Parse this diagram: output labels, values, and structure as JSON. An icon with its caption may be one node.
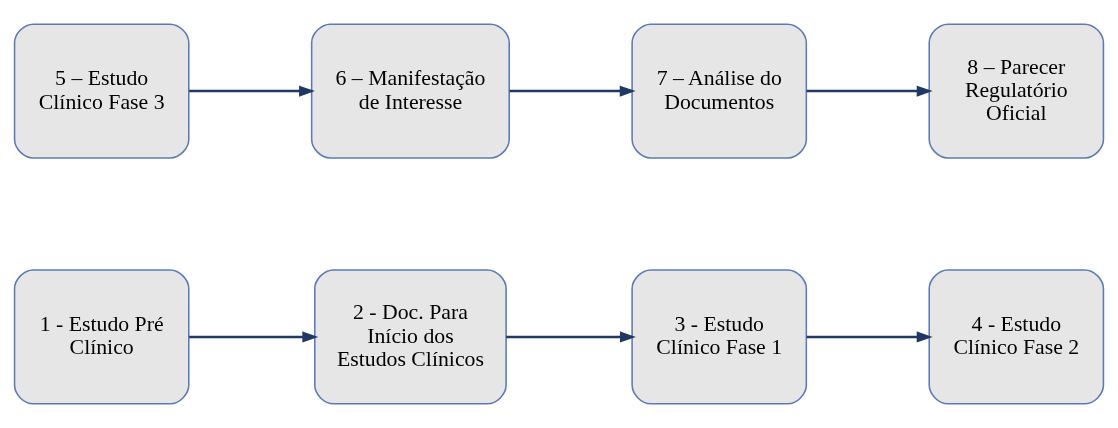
{
  "diagram": {
    "nodes": [
      {
        "text": [
          "1 - Estudo Pré Clínico"
        ]
      },
      {
        "text": [
          "2 - Doc. Para Início dos Estudos Clínicos"
        ]
      },
      {
        "text": [
          "3 - Estudo Clínico Fase 1"
        ]
      },
      {
        "text": [
          "4 - Estudo Clínico Fase 2"
        ]
      },
      {
        "text": [
          "5 – Estudo Clínico Fase 3"
        ]
      },
      {
        "text": [
          "6 – Manifestação de Interesse"
        ]
      },
      {
        "text": [
          "7 – Análise do Documentos"
        ]
      },
      {
        "text": [
          "8 – Parecer Regulatório Oficial"
        ]
      }
    ],
    "edges": [
      {
        "from": 0,
        "to": 1,
        "arrow": "to"
      },
      {
        "from": 1,
        "to": 2,
        "arrow": "to"
      },
      {
        "from": 2,
        "to": 3,
        "arrow": "to"
      },
      {
        "from": 4,
        "to": 5,
        "arrow": "to"
      },
      {
        "from": 5,
        "to": 6,
        "arrow": "to"
      },
      {
        "from": 6,
        "to": 7,
        "arrow": "to"
      }
    ]
  }
}
